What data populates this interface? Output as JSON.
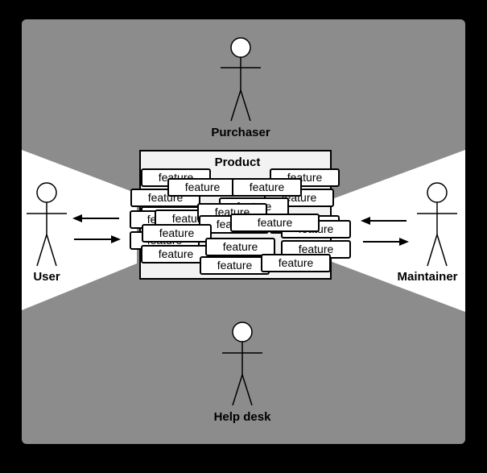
{
  "diagram": {
    "product_title": "Product",
    "feature_label": "feature",
    "actors": {
      "purchaser": "Purchaser",
      "user": "User",
      "maintainer": "Maintainer",
      "help_desk": "Help desk"
    },
    "colors": {
      "background": "#000000",
      "panel": "#8c8c8c",
      "light_wedge": "#ffffff",
      "product_box": "#f2f2f2",
      "ink": "#000000"
    }
  }
}
